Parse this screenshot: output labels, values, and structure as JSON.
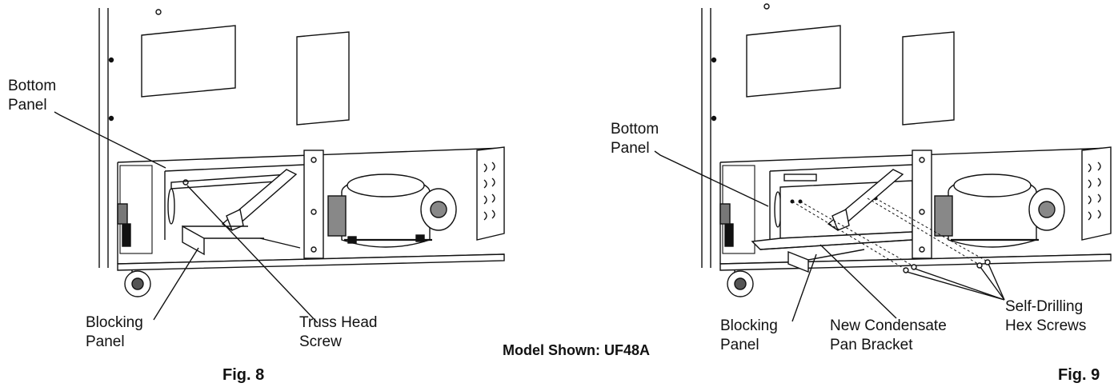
{
  "fig8": {
    "caption": "Fig. 8",
    "labels": {
      "bottom_panel_1": "Bottom",
      "bottom_panel_2": "Panel",
      "blocking_panel_1": "Blocking",
      "blocking_panel_2": "Panel",
      "truss_screw_1": "Truss Head",
      "truss_screw_2": "Screw"
    }
  },
  "fig9": {
    "caption": "Fig. 9",
    "labels": {
      "bottom_panel_1": "Bottom",
      "bottom_panel_2": "Panel",
      "blocking_panel_1": "Blocking",
      "blocking_panel_2": "Panel",
      "bracket_1": "New Condensate",
      "bracket_2": "Pan Bracket",
      "screws_1": "Self-Drilling",
      "screws_2": "Hex Screws"
    }
  },
  "model_shown": "Model Shown: UF48A"
}
